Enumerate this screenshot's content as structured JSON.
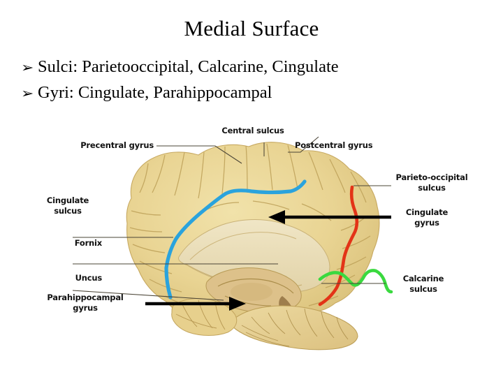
{
  "slide": {
    "title": "Medial Surface",
    "background_color": "#ffffff",
    "bullets": [
      {
        "marker": "➢",
        "text": "Sulci: Parietooccipital, Calcarine, Cingulate"
      },
      {
        "marker": "➢",
        "text": "Gyri: Cingulate, Parahippocampal"
      }
    ]
  },
  "figure": {
    "name": "medial-surface-brain-diagram",
    "brain_color": "#e9d493",
    "brain_shadow_color": "#cbb067",
    "interior_color": "#ece0bd",
    "labels": {
      "central_sulcus": "Central sulcus",
      "precentral_gyrus": "Precentral gyrus",
      "postcentral_gyrus": "Postcentral gyrus",
      "parieto_occipital_sulcus": "Parieto-occipital\nsulcus",
      "cingulate_gyrus": "Cingulate\ngyrus",
      "calcarine_sulcus": "Calcarine\nsulcus",
      "cingulate_sulcus": "Cingulate\nsulcus",
      "fornix": "Fornix",
      "uncus": "Uncus",
      "parahippocampal_gyrus": "Parahippocampal\ngyrus"
    },
    "highlight_colors": {
      "cingulate_sulcus_line": "#2aa3dd",
      "parieto_occipital_sulcus_line": "#e33317",
      "calcarine_sulcus_line": "#3ad93f"
    },
    "arrow_color": "#000000",
    "leader_line_color": "#4a4436"
  }
}
